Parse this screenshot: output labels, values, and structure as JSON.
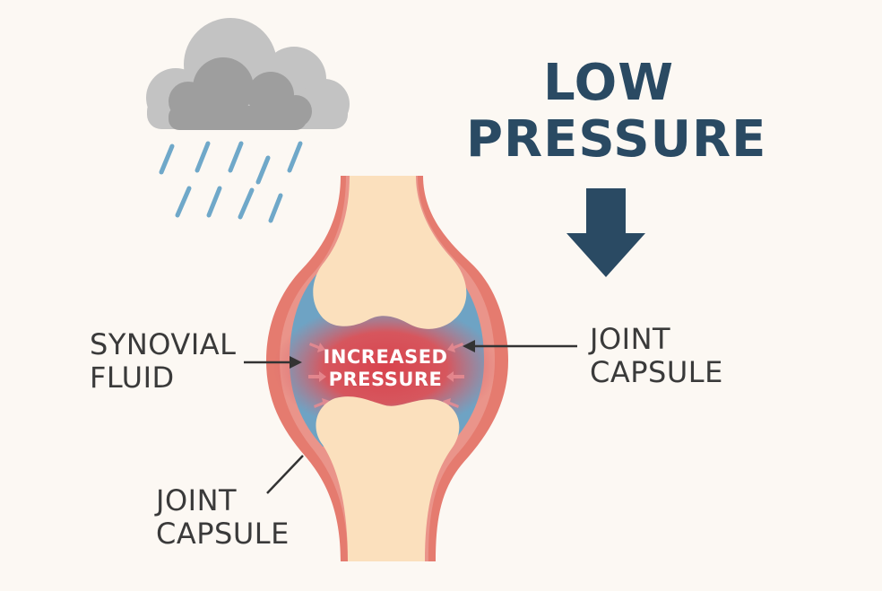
{
  "header": {
    "line1": "LOW",
    "line2": "PRESSURE"
  },
  "center": {
    "line1": "INCREASED",
    "line2": "PRESSURE"
  },
  "labels": {
    "synovial_fluid": {
      "line1": "SYNOVIAL",
      "line2": "FLUID"
    },
    "joint_capsule_right": {
      "line1": "JOINT",
      "line2": "CAPSULE"
    },
    "joint_capsule_left": {
      "line1": "JOINT",
      "line2": "CAPSULE"
    }
  },
  "icons": [
    "rain-cloud-icon",
    "down-arrow-icon"
  ],
  "colors": {
    "background": "#fcf8f3",
    "title": "#2a4a63",
    "capsule": "#e57b6f",
    "fluid": "#6ea3c4",
    "bone": "#fbe0bd",
    "pressure": "#d8434d",
    "cloud": "#a3a3a3",
    "rain": "#6fa8c9"
  }
}
